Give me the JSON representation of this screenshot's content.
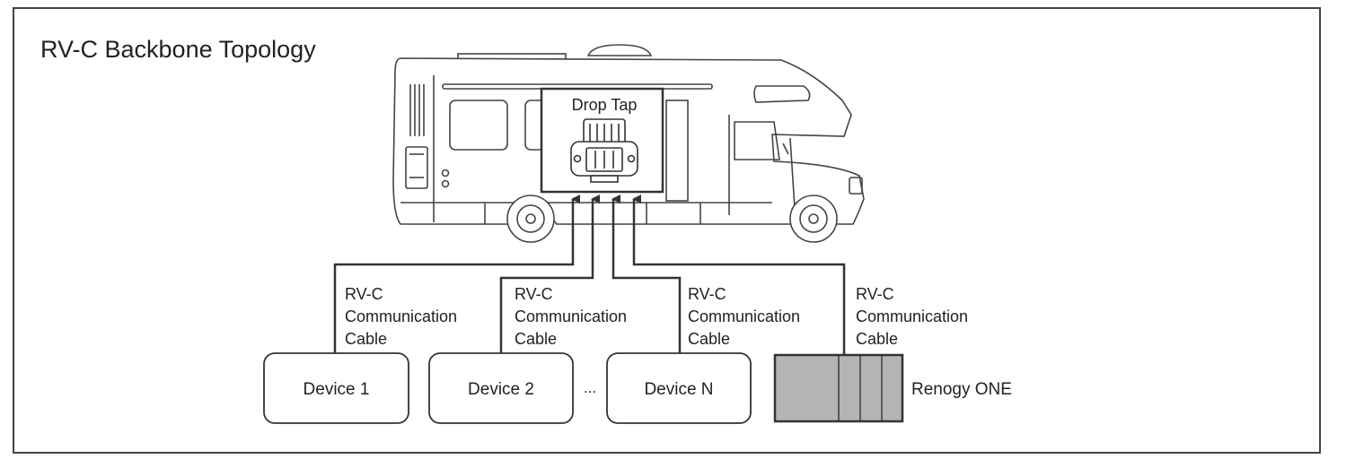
{
  "title": "RV-C Backbone Topology",
  "drop_tap": {
    "label": "Drop Tap"
  },
  "cable_label": {
    "line1": "RV-C",
    "line2": "Communication",
    "line3": "Cable"
  },
  "devices": [
    {
      "label": "Device 1"
    },
    {
      "label": "Device 2"
    },
    {
      "label": "Device N"
    }
  ],
  "ellipsis": "...",
  "renogy": {
    "label": "Renogy ONE"
  },
  "colors": {
    "line": "#333333",
    "renogy_fill": "#b4b4b4",
    "outline": "#444444"
  }
}
